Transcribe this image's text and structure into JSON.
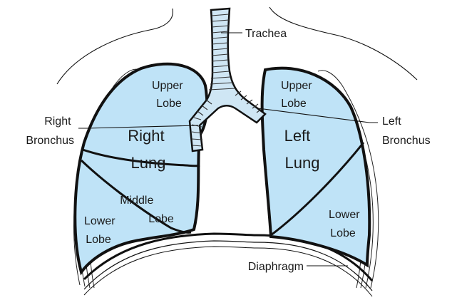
{
  "colors": {
    "lung_fill": "#bfe3f7",
    "airway_fill": "#cfe6f4",
    "outline": "#111111",
    "background": "#ffffff"
  },
  "labels": {
    "trachea": "Trachea",
    "right_bronchus": [
      "Right",
      "Bronchus"
    ],
    "left_bronchus": [
      "Left",
      "Bronchus"
    ],
    "right_lung": [
      "Right",
      "Lung"
    ],
    "left_lung": [
      "Left",
      "Lung"
    ],
    "right_upper_lobe": [
      "Upper",
      "Lobe"
    ],
    "right_middle_lobe": [
      "Middle",
      "Lobe"
    ],
    "right_lower_lobe": [
      "Lower",
      "Lobe"
    ],
    "left_upper_lobe": [
      "Upper",
      "Lobe"
    ],
    "left_lower_lobe": [
      "Lower",
      "Lobe"
    ],
    "diaphragm": "Diaphragm"
  }
}
